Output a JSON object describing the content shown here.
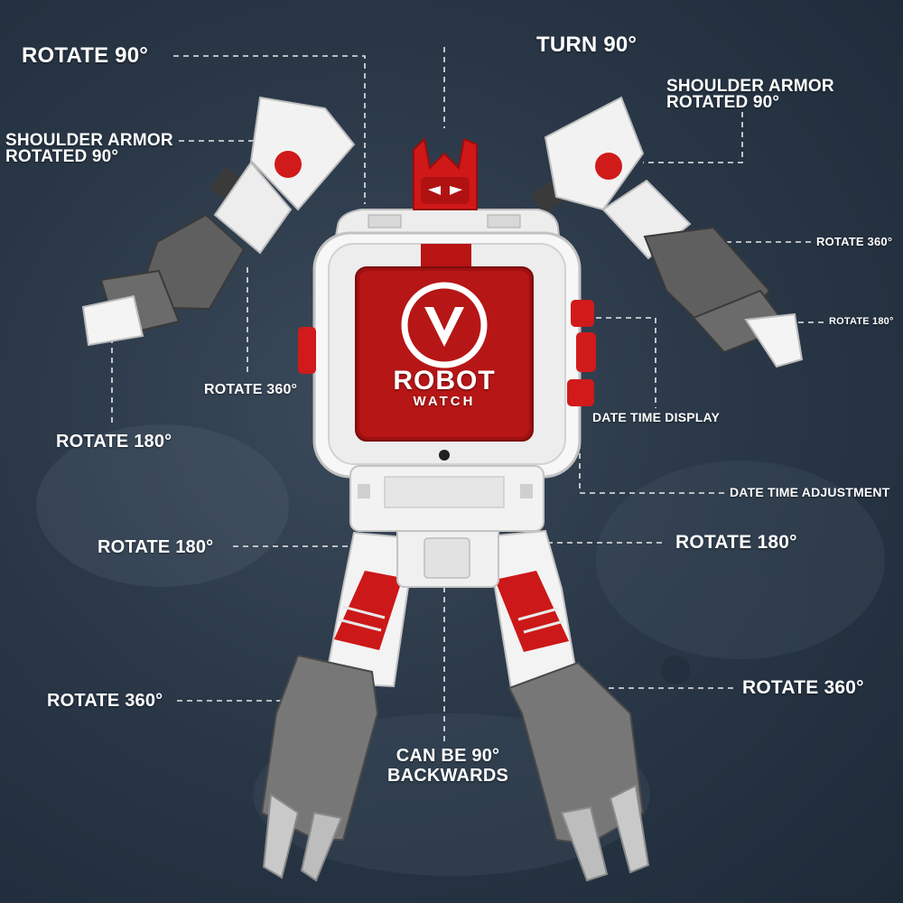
{
  "colors": {
    "background": "#2a3848",
    "text": "#ffffff",
    "robot_white": "#f4f4f4",
    "robot_red": "#cc1818",
    "robot_gray": "#6e6e6e"
  },
  "watch": {
    "brand_line1": "ROBOT",
    "brand_line2": "WATCH"
  },
  "callouts": {
    "rotate_90_top_left": "ROTATE 90°",
    "turn_90_top": "TURN 90°",
    "shoulder_left_line1": "SHOULDER ARMOR",
    "shoulder_left_line2": "ROTATED 90°",
    "shoulder_right_line1": "SHOULDER ARMOR",
    "shoulder_right_line2": "ROTATED 90°",
    "rotate_360_right_arm": "ROTATE 360°",
    "rotate_180_right_hand": "ROTATE 180°",
    "rotate_360_left_arm": "ROTATE 360°",
    "rotate_180_left_hand": "ROTATE 180°",
    "date_time_display": "DATE TIME DISPLAY",
    "date_time_adjustment": "DATE TIME ADJUSTMENT",
    "rotate_180_left_hip": "ROTATE 180°",
    "rotate_180_right_hip": "ROTATE 180°",
    "rotate_360_left_leg": "ROTATE 360°",
    "rotate_360_right_leg": "ROTATE 360°",
    "backwards_line1": "CAN BE 90°",
    "backwards_line2": "BACKWARDS"
  }
}
